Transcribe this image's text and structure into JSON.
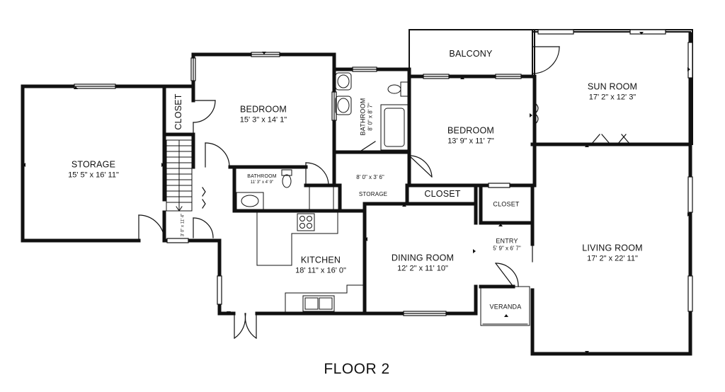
{
  "floor_title": "FLOOR 2",
  "rooms": {
    "storage": {
      "name": "STORAGE",
      "dims": "15' 5\" x 16' 11\""
    },
    "closet_left": {
      "name": "CLOSET"
    },
    "bedroom_1": {
      "name": "BEDROOM",
      "dims": "15' 3\" x 14' 1\""
    },
    "bathroom_1": {
      "name": "BATHROOM",
      "dims": "8' 0\" x 8' 7\""
    },
    "balcony": {
      "name": "BALCONY"
    },
    "bedroom_2": {
      "name": "BEDROOM",
      "dims": "13' 9\" x 11' 7\""
    },
    "sun_room": {
      "name": "SUN ROOM",
      "dims": "17' 2\" x 12' 3\""
    },
    "bathroom_2": {
      "name": "BATHROOM",
      "dims": "11' 3\" x 4' 9\""
    },
    "hall": {
      "dims": "8' 0\" x 3' 6\""
    },
    "storage_small": {
      "name": "STORAGE"
    },
    "closet_mid": {
      "name": "CLOSET"
    },
    "closet_right": {
      "name": "CLOSET"
    },
    "stair": {
      "dims": "3' 0\" x 11' 4\""
    },
    "kitchen": {
      "name": "KITCHEN",
      "dims": "18' 11\" x 16' 0\""
    },
    "dining_room": {
      "name": "DINING ROOM",
      "dims": "12' 2\" x 11' 10\""
    },
    "entry": {
      "name": "ENTRY",
      "dims": "5' 9\" x 6' 7\""
    },
    "living_room": {
      "name": "LIVING ROOM",
      "dims": "17' 2\" x 22' 11\""
    },
    "veranda": {
      "name": "VERANDA"
    }
  }
}
